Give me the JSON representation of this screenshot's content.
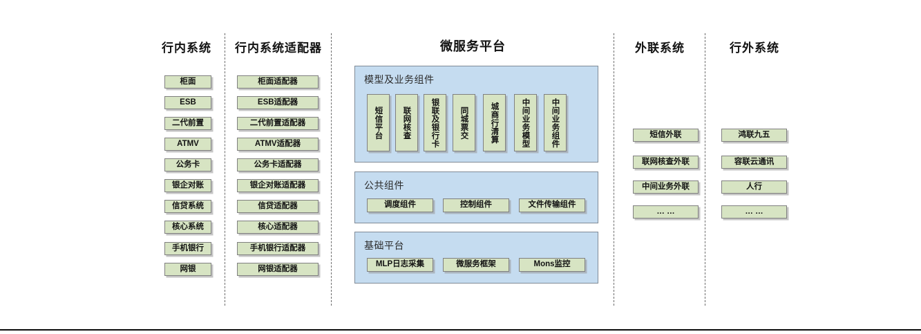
{
  "diagram": {
    "bottom_rule": true,
    "colors": {
      "node_fill": "#d7e4c3",
      "node_border": "#7f7f7f",
      "panel_fill": "#c5dcf0",
      "panel_border": "#7f8a96",
      "divider": "#6b6b6b",
      "text": "#131313"
    }
  },
  "columns": [
    {
      "id": "in-bank-systems",
      "title": "行内系统",
      "items": [
        "柜面",
        "ESB",
        "二代前置",
        "ATMV",
        "公务卡",
        "银企对账",
        "信贷系统",
        "核心系统",
        "手机银行",
        "网银"
      ]
    },
    {
      "id": "in-bank-adapters",
      "title": "行内系统适配器",
      "items": [
        "柜面适配器",
        "ESB适配器",
        "二代前置适配器",
        "ATMV适配器",
        "公务卡适配器",
        "银企对账适配器",
        "信贷适配器",
        "核心适配器",
        "手机银行适配器",
        "网银适配器"
      ]
    },
    {
      "id": "microservice-platform",
      "title": "微服务平台",
      "panels": [
        {
          "id": "model-business-components",
          "title": "模型及业务组件",
          "orientation": "vertical",
          "items": [
            "短信平台",
            "联网核查",
            "银联及银行卡",
            "同城票交",
            "城商行清算",
            "中间业务模型",
            "中间业务组件"
          ]
        },
        {
          "id": "public-components",
          "title": "公共组件",
          "orientation": "horizontal",
          "items": [
            "调度组件",
            "控制组件",
            "文件传输组件"
          ]
        },
        {
          "id": "base-platform",
          "title": "基础平台",
          "orientation": "horizontal",
          "items": [
            "MLP日志采集",
            "微服务框架",
            "Mons监控"
          ]
        }
      ]
    },
    {
      "id": "external-link-systems",
      "title": "外联系统",
      "items": [
        "短信外联",
        "联网核查外联",
        "中间业务外联",
        "… …"
      ]
    },
    {
      "id": "out-of-bank-systems",
      "title": "行外系统",
      "items": [
        "鸿联九五",
        "容联云通讯",
        "人行",
        "… …"
      ]
    }
  ]
}
